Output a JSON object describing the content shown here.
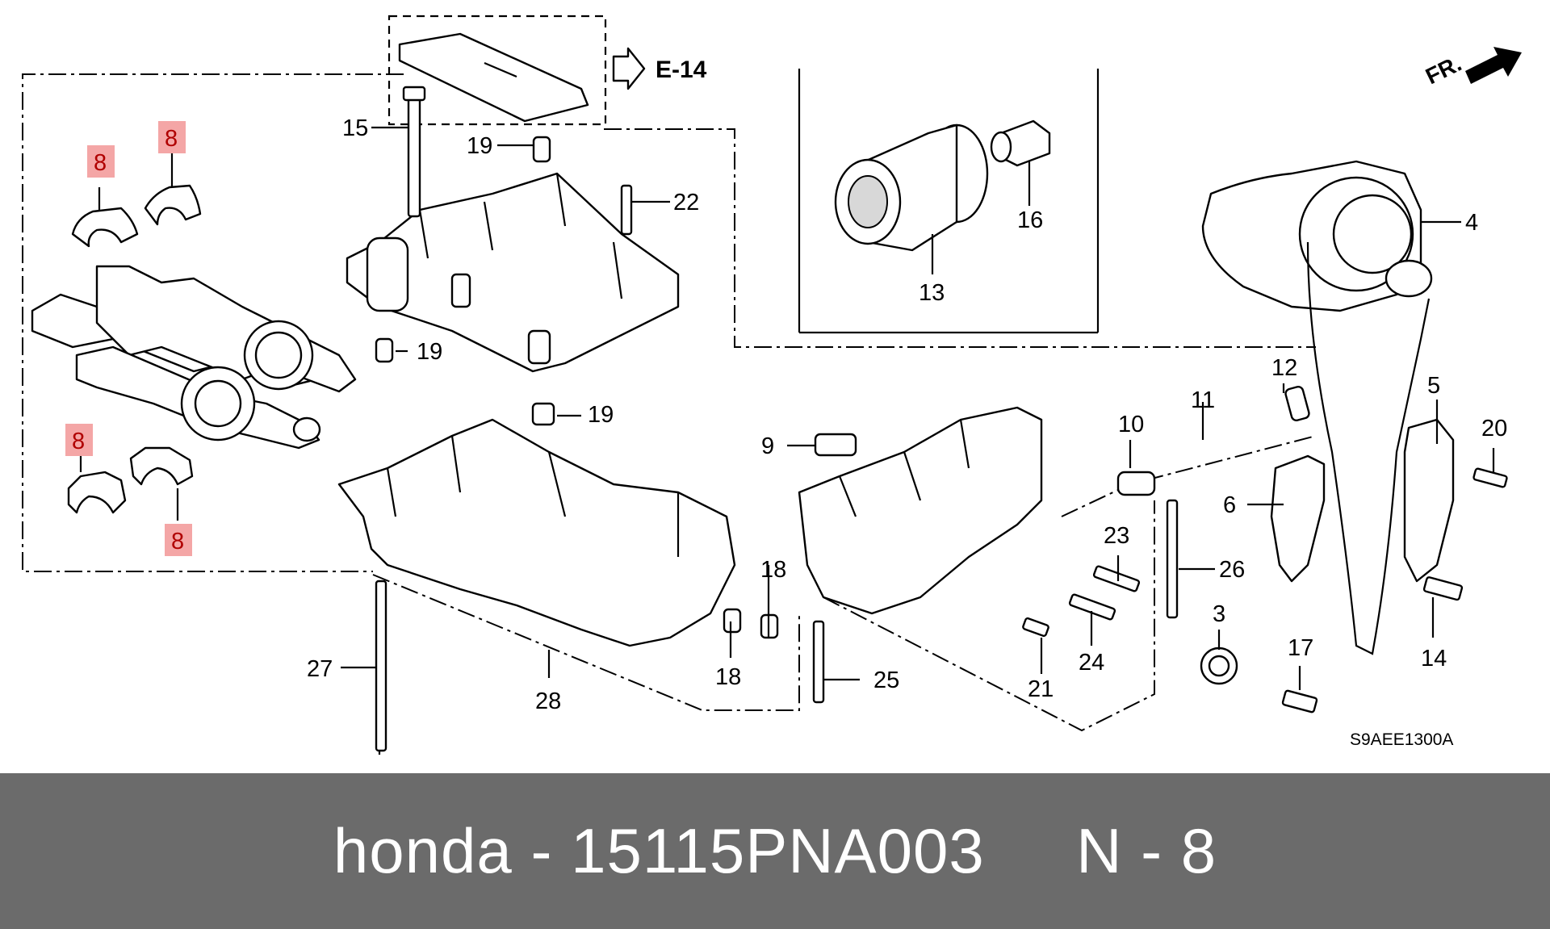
{
  "diagram": {
    "reference_label": "E-14",
    "direction_label": "FR.",
    "diagram_code": "S9AEE1300A",
    "callouts": [
      "15",
      "19",
      "22",
      "16",
      "13",
      "4",
      "19",
      "19",
      "9",
      "10",
      "11",
      "12",
      "5",
      "20",
      "6",
      "23",
      "26",
      "18",
      "18",
      "27",
      "28",
      "25",
      "21",
      "24",
      "3",
      "17",
      "14"
    ],
    "highlighted_callouts": [
      "8",
      "8",
      "8",
      "8"
    ]
  },
  "footer": {
    "text": "honda - 15115PNA003     N - 8"
  },
  "colors": {
    "highlight": "#f4a6a6",
    "highlight_text": "#b00000",
    "footer_bg": "#6b6b6b"
  }
}
